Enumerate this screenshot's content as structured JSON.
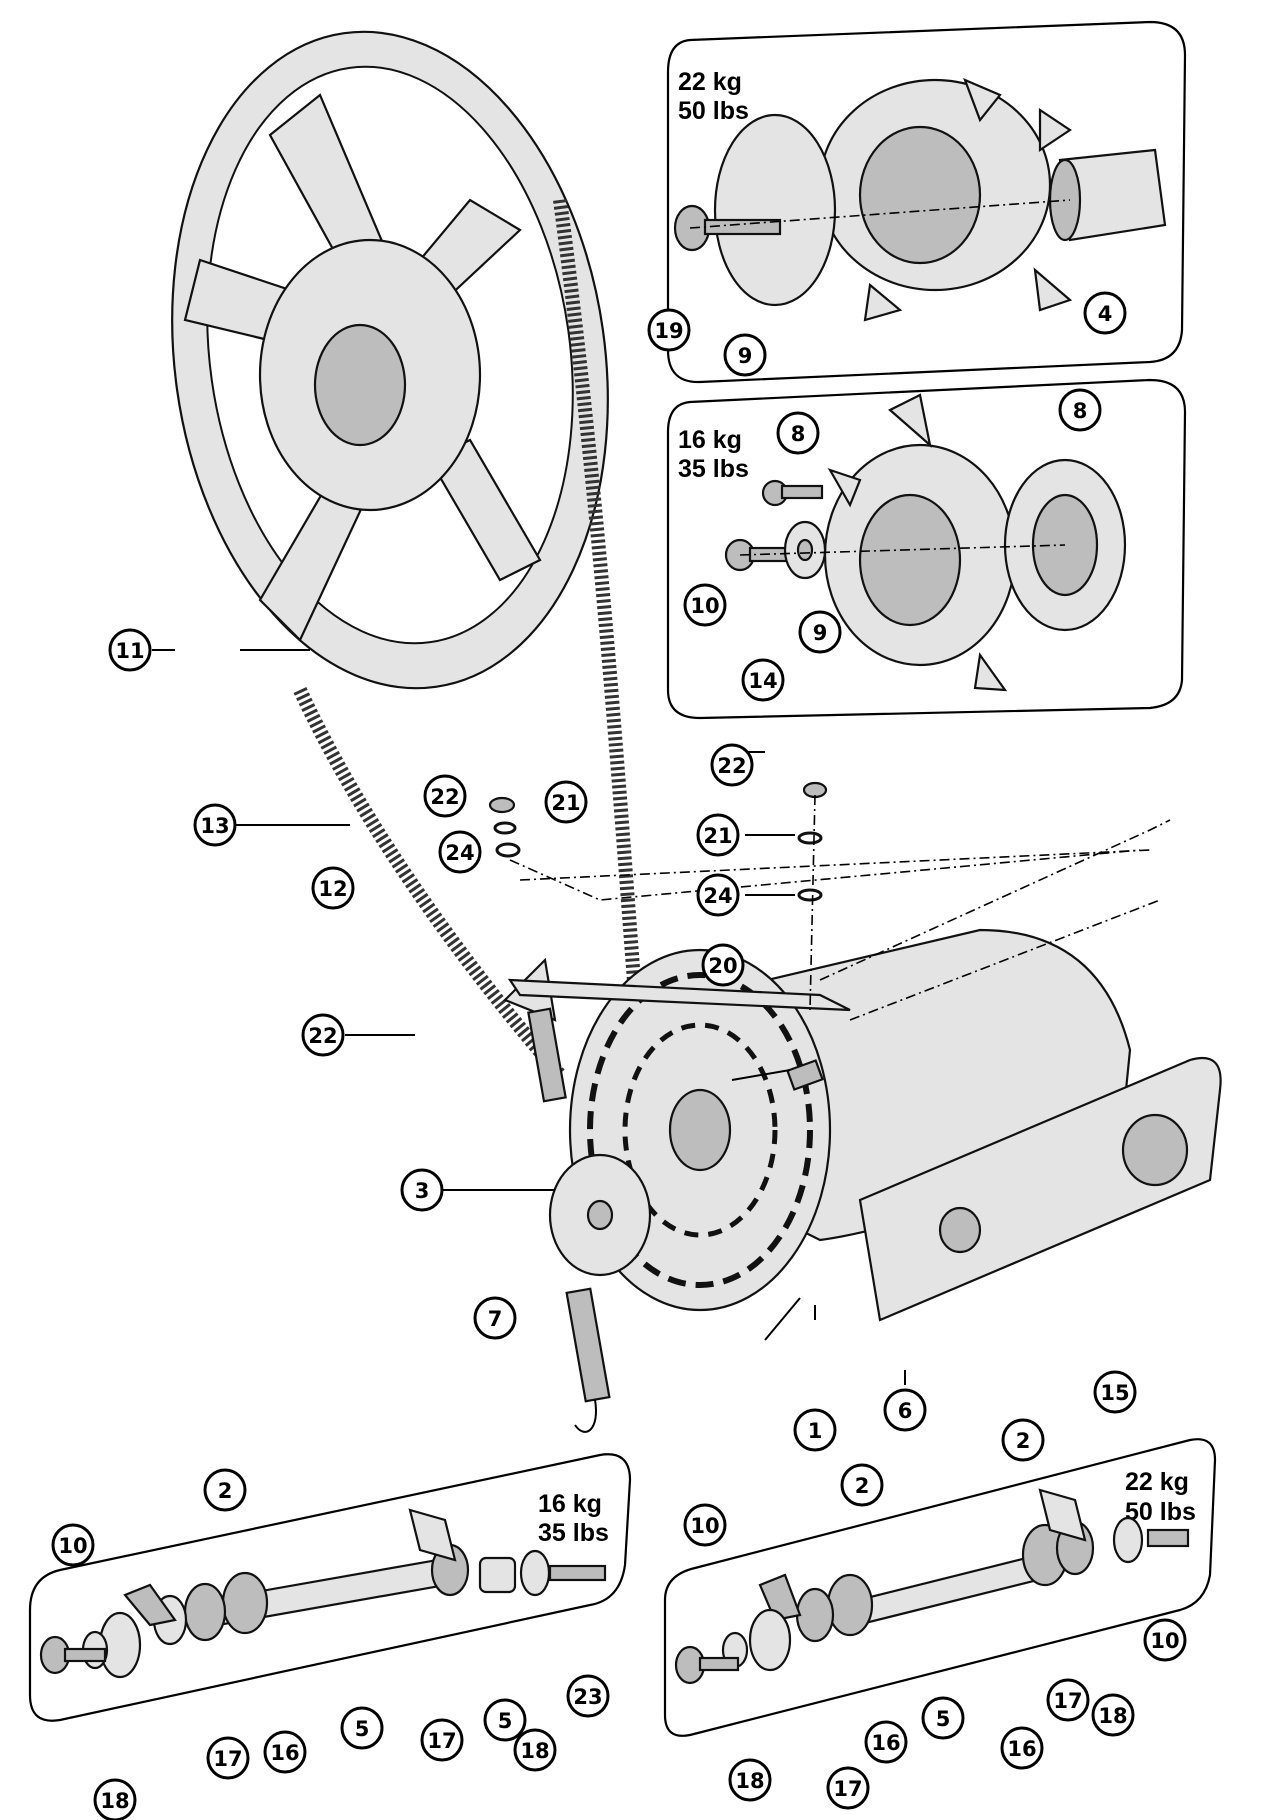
{
  "colors": {
    "ink": "#000000",
    "part_fill": "#e4e4e4",
    "part_shade": "#bdbdbd",
    "background": "#ffffff"
  },
  "insets": {
    "top": {
      "weight_kg": "22 kg",
      "weight_lbs": "50 lbs"
    },
    "middle": {
      "weight_kg": "16 kg",
      "weight_lbs": "35 lbs"
    },
    "bottom_left": {
      "weight_kg": "16 kg",
      "weight_lbs": "35 lbs"
    },
    "bottom_right": {
      "weight_kg": "22 kg",
      "weight_lbs": "50 lbs"
    }
  },
  "callouts": [
    {
      "id": "c-top-19",
      "label": "19"
    },
    {
      "id": "c-top-9",
      "label": "9"
    },
    {
      "id": "c-top-4",
      "label": "4"
    },
    {
      "id": "c-mid-8a",
      "label": "8"
    },
    {
      "id": "c-mid-8b",
      "label": "8"
    },
    {
      "id": "c-mid-10",
      "label": "10"
    },
    {
      "id": "c-mid-9",
      "label": "9"
    },
    {
      "id": "c-mid-14",
      "label": "14"
    },
    {
      "id": "c-11",
      "label": "11"
    },
    {
      "id": "c-13",
      "label": "13"
    },
    {
      "id": "c-12",
      "label": "12"
    },
    {
      "id": "c-22a",
      "label": "22"
    },
    {
      "id": "c-21a",
      "label": "21"
    },
    {
      "id": "c-24a",
      "label": "24"
    },
    {
      "id": "c-22b",
      "label": "22"
    },
    {
      "id": "c-21b",
      "label": "21"
    },
    {
      "id": "c-24b",
      "label": "24"
    },
    {
      "id": "c-20",
      "label": "20"
    },
    {
      "id": "c-22c",
      "label": "22"
    },
    {
      "id": "c-3",
      "label": "3"
    },
    {
      "id": "c-7",
      "label": "7"
    },
    {
      "id": "c-1",
      "label": "1"
    },
    {
      "id": "c-6",
      "label": "6"
    },
    {
      "id": "c-15",
      "label": "15"
    },
    {
      "id": "c-bl-2",
      "label": "2"
    },
    {
      "id": "c-bl-10",
      "label": "10"
    },
    {
      "id": "c-bl-18",
      "label": "18"
    },
    {
      "id": "c-bl-17a",
      "label": "17"
    },
    {
      "id": "c-bl-16",
      "label": "16"
    },
    {
      "id": "c-bl-5a",
      "label": "5"
    },
    {
      "id": "c-bl-17b",
      "label": "17"
    },
    {
      "id": "c-bl-5b",
      "label": "5"
    },
    {
      "id": "c-bl-18b",
      "label": "18"
    },
    {
      "id": "c-bl-23",
      "label": "23"
    },
    {
      "id": "c-br-10a",
      "label": "10"
    },
    {
      "id": "c-br-2a",
      "label": "2"
    },
    {
      "id": "c-br-2b",
      "label": "2"
    },
    {
      "id": "c-br-18a",
      "label": "18"
    },
    {
      "id": "c-br-17a",
      "label": "17"
    },
    {
      "id": "c-br-16a",
      "label": "16"
    },
    {
      "id": "c-br-5",
      "label": "5"
    },
    {
      "id": "c-br-16b",
      "label": "16"
    },
    {
      "id": "c-br-17b",
      "label": "17"
    },
    {
      "id": "c-br-18b",
      "label": "18"
    },
    {
      "id": "c-br-10b",
      "label": "10"
    }
  ]
}
